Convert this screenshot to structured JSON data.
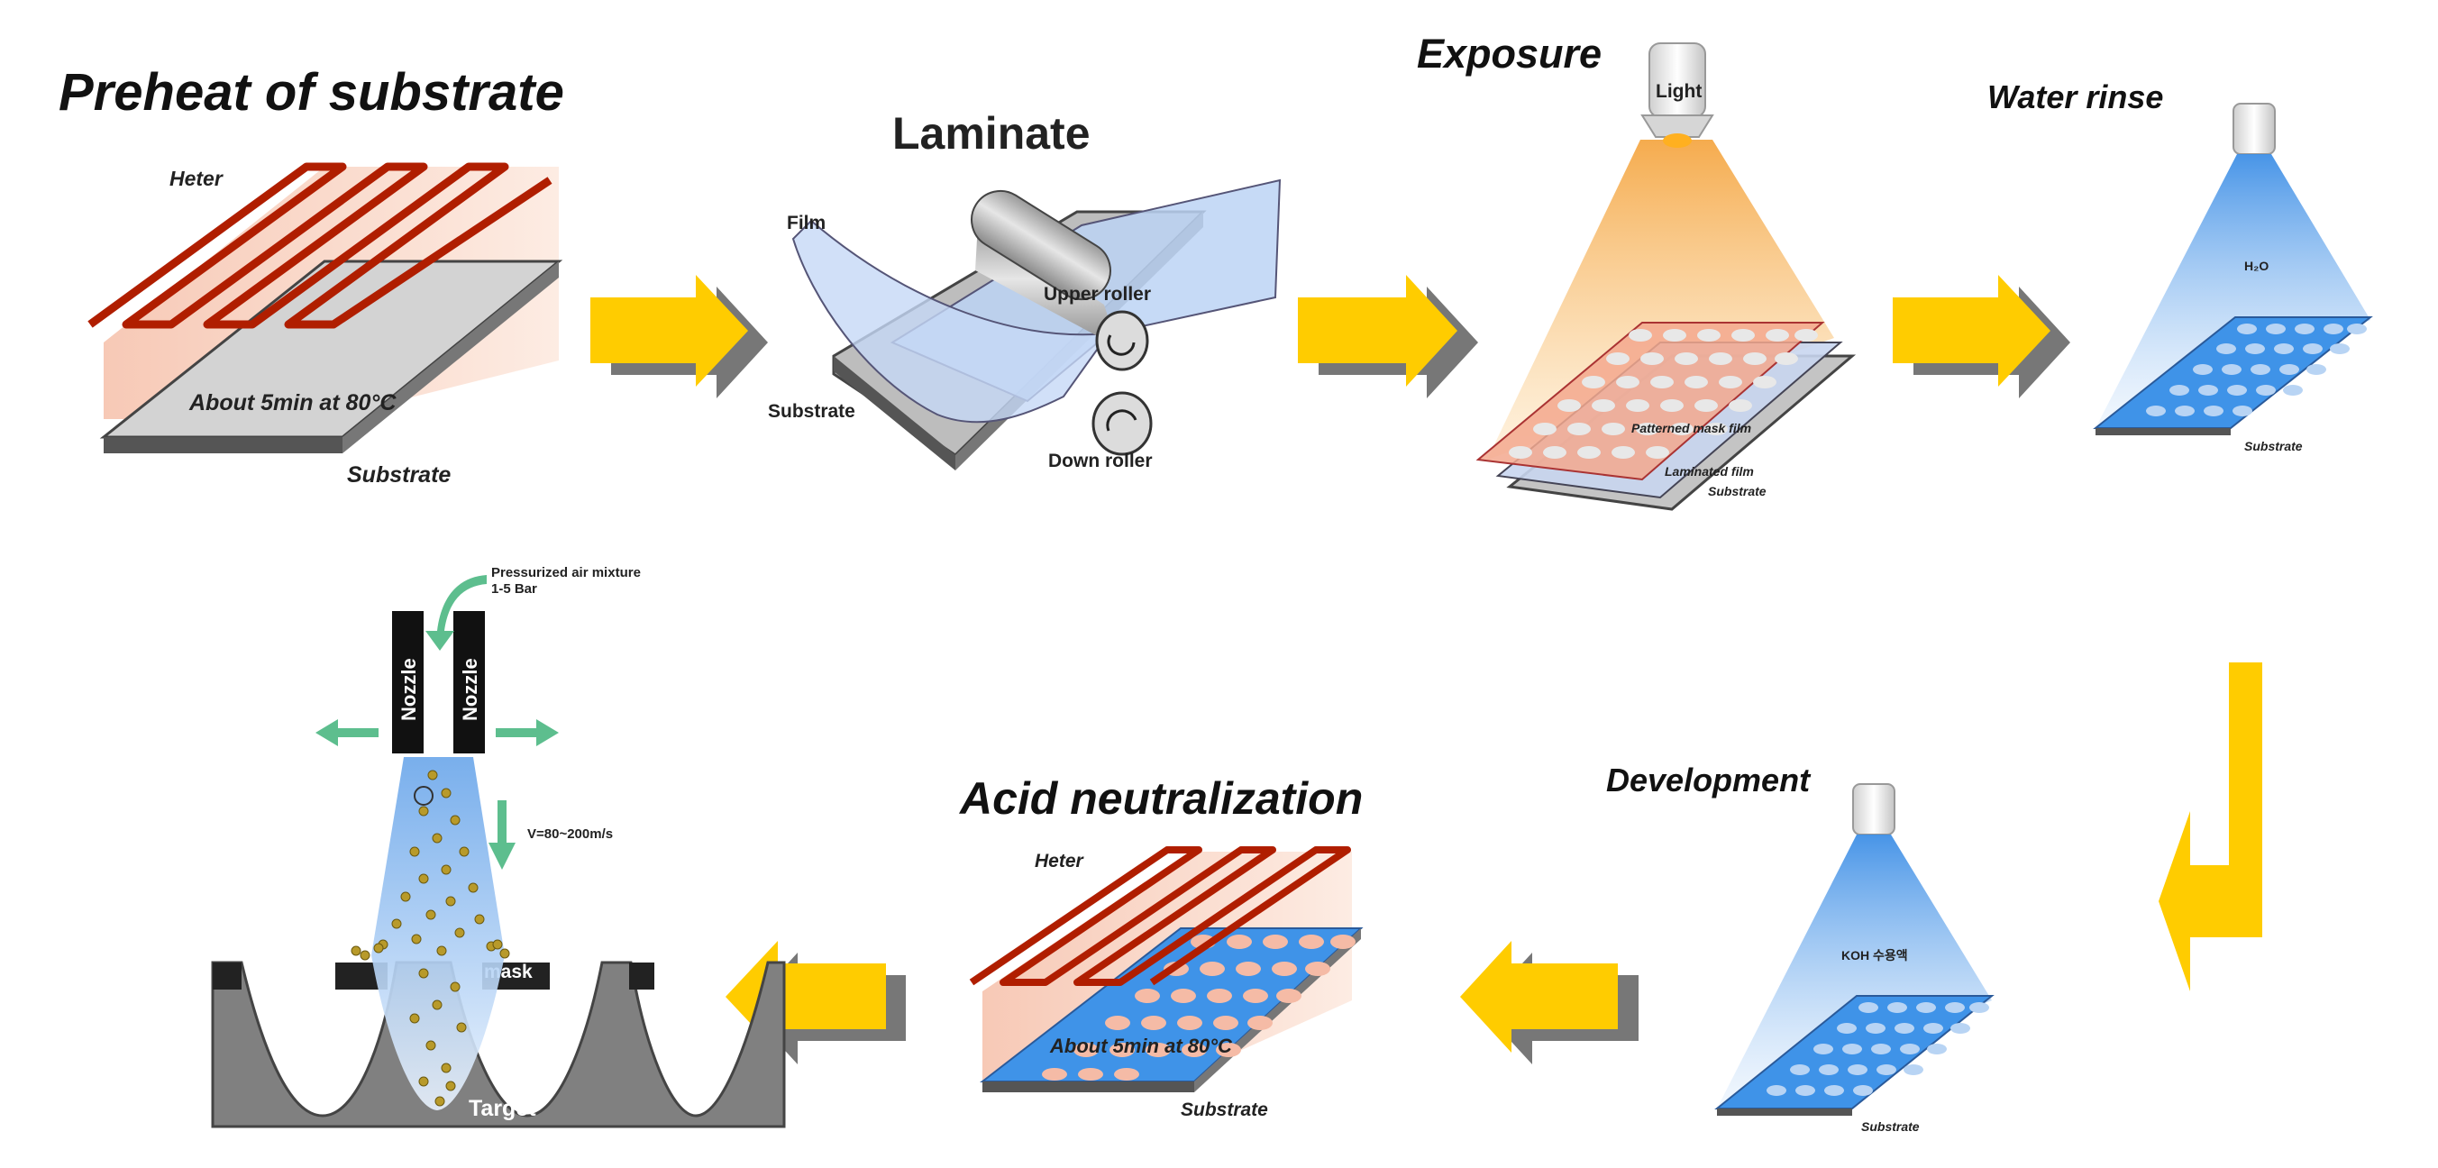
{
  "colors": {
    "arrow": "#FFCC00",
    "arrow_shadow": "#777777",
    "heater": "#B01E00",
    "water": "#3F93E8",
    "green_arrow": "#5DBE8E"
  },
  "steps": {
    "preheat": {
      "title": "Preheat of substrate",
      "heater_label": "Heter",
      "time_label": "About 5min at 80°C",
      "substrate_label": "Substrate"
    },
    "laminate": {
      "title": "Laminate",
      "film_label": "Film",
      "upper_roller_label": "Upper roller",
      "substrate_label": "Substrate",
      "down_roller_label": "Down roller"
    },
    "exposure": {
      "title": "Exposure",
      "light_label": "Light",
      "mask_label": "Patterned mask film",
      "laminated_label": "Laminated film",
      "substrate_label": "Substrate"
    },
    "water_rinse": {
      "title": "Water rinse",
      "water_label": "H₂O",
      "substrate_label": "Substrate"
    },
    "development": {
      "title": "Development",
      "solution_label": "KOH 수용액",
      "substrate_label": "Substrate"
    },
    "acid": {
      "title": "Acid neutralization",
      "heater_label": "Heter",
      "time_label": "About 5min at 80°C",
      "substrate_label": "Substrate"
    },
    "blasting": {
      "air_label": "Pressurized air mixture",
      "pressure_label": "1-5 Bar",
      "nozzle_left": "Nozzle",
      "nozzle_right": "Nozzle",
      "velocity_label": "V=80~200m/s",
      "mask_label": "mask",
      "target_label": "Target"
    }
  }
}
